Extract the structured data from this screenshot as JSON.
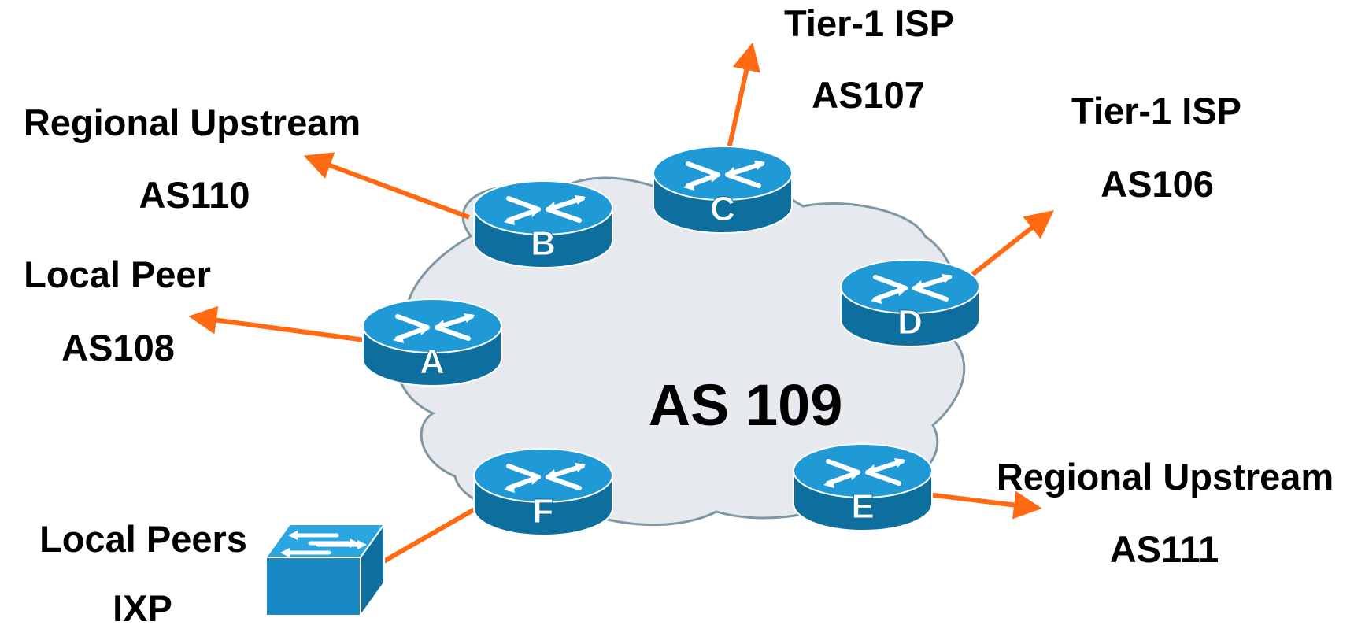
{
  "diagram": {
    "colors": {
      "cloud_fill": "#e6eaee",
      "cloud_stroke": "#7f97a3",
      "link": "#ff6a13",
      "router_top": "#1f9ad7",
      "router_side": "#0e6e9e"
    },
    "center_label": "AS 109",
    "routers": [
      {
        "id": "A",
        "letter": "A",
        "icon": "router-icon"
      },
      {
        "id": "B",
        "letter": "B",
        "icon": "router-icon"
      },
      {
        "id": "C",
        "letter": "C",
        "icon": "router-icon"
      },
      {
        "id": "D",
        "letter": "D",
        "icon": "router-icon"
      },
      {
        "id": "E",
        "letter": "E",
        "icon": "router-icon"
      },
      {
        "id": "F",
        "letter": "F",
        "icon": "router-icon"
      }
    ],
    "switch_icon": "switch-icon",
    "peers": [
      {
        "router": "A",
        "name": "Local Peer",
        "as": "AS108"
      },
      {
        "router": "B",
        "name": "Regional Upstream",
        "as": "AS110"
      },
      {
        "router": "C",
        "name": "Tier-1 ISP",
        "as": "AS107"
      },
      {
        "router": "D",
        "name": "Tier-1 ISP",
        "as": "AS106"
      },
      {
        "router": "E",
        "name": "Regional Upstream",
        "as": "AS111"
      },
      {
        "router": "F",
        "name": "Local Peers",
        "as": "IXP"
      }
    ]
  }
}
